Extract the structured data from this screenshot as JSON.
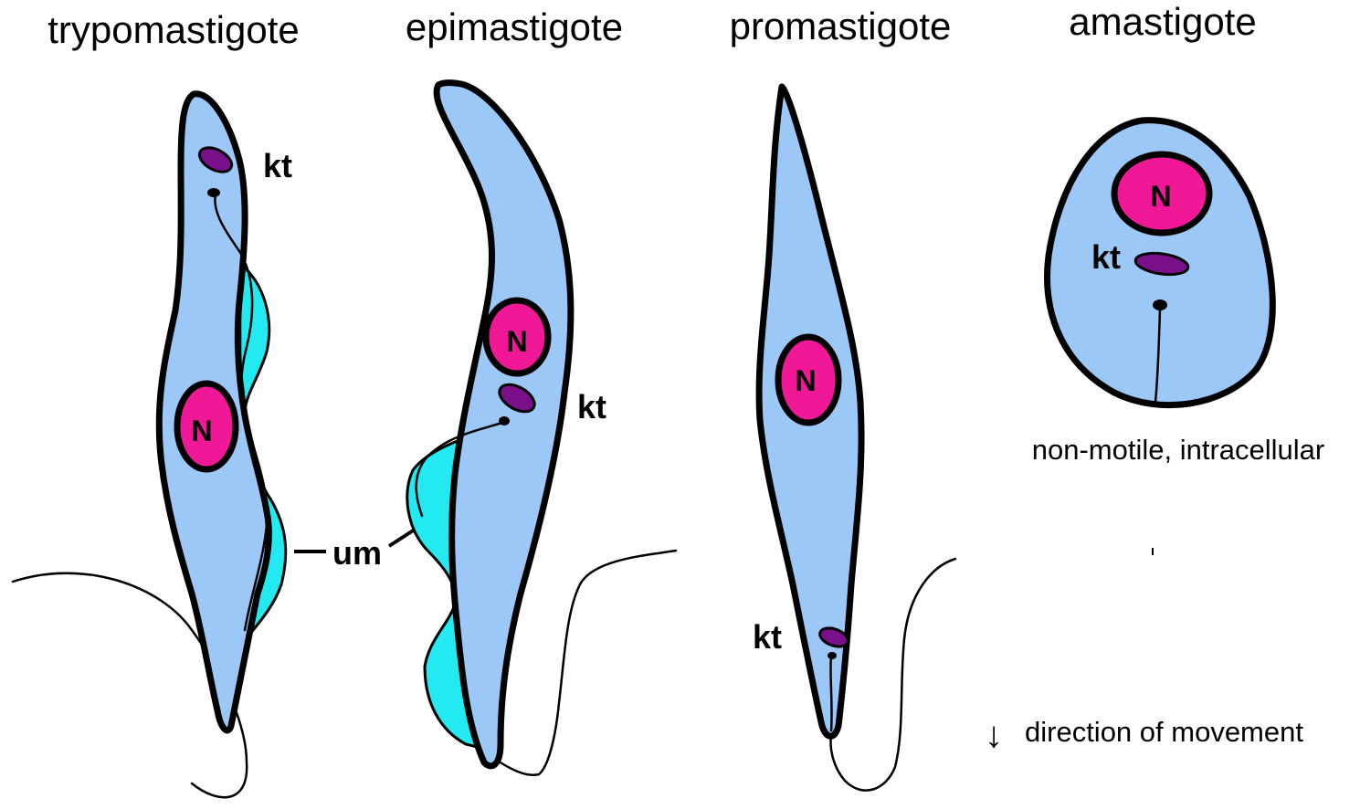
{
  "colors": {
    "cytoplasm": "#9cc8f7",
    "membrane": "#22eaf0",
    "nucleus": "#f01896",
    "kinetoplast": "#7a108a",
    "outline": "#000000"
  },
  "stages": [
    {
      "title": "trypomastigote",
      "kt_label": "kt",
      "nucleus_label": "N"
    },
    {
      "title": "epimastigote",
      "kt_label": "kt",
      "nucleus_label": "N"
    },
    {
      "title": "promastigote",
      "kt_label": "kt",
      "nucleus_label": "N"
    },
    {
      "title": "amastigote",
      "kt_label": "kt",
      "nucleus_label": "N"
    }
  ],
  "um_label": "um",
  "amastigote_note": "non-motile, intracellular",
  "legend": {
    "arrow_glyph": "↓",
    "text": "direction of movement"
  }
}
